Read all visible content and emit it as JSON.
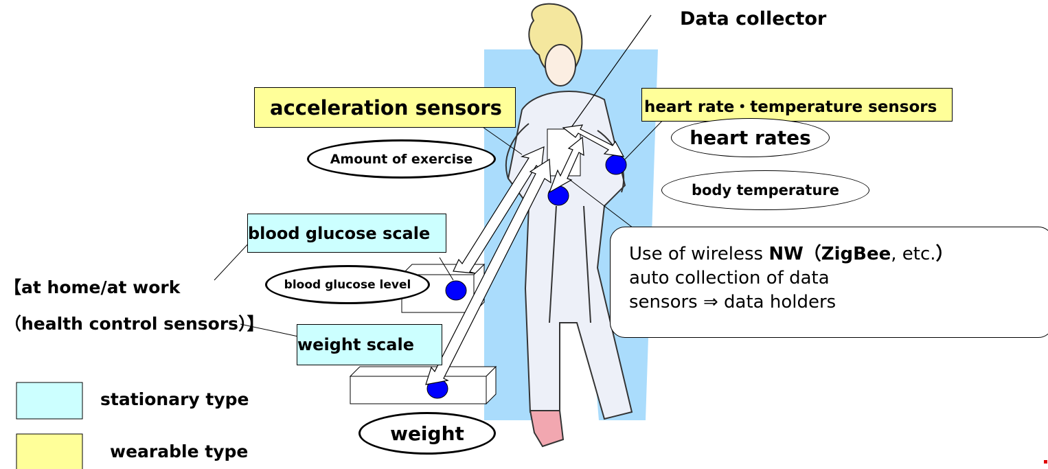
{
  "colors": {
    "wearable": "#ffff99",
    "stationary": "#ccffff",
    "figure_bg": "#aadcfc",
    "node": "#0000ff"
  },
  "data_collector": "Data collector",
  "wearable_boxes": {
    "acceleration": "acceleration sensors",
    "heart_temp": "heart rate・temperature sensors"
  },
  "stationary_boxes": {
    "blood_glucose_scale": "blood glucose scale",
    "weight_scale": "weight scale"
  },
  "measurements": {
    "amount_of_exercise": "Amount of exercise",
    "heart_rates": "heart rates",
    "body_temperature": "body temperature",
    "blood_glucose_level": "blood glucose level",
    "weight": "weight"
  },
  "home_work_label": {
    "line1": "【at home/at work",
    "line2": "（health control sensors）】"
  },
  "callout": {
    "line1_prefix": "Use of wireless ",
    "line1_bold": "NW（ZigBee",
    "line1_suffix": ", etc.",
    "line1_close": "）",
    "line2": "auto collection of data",
    "line3": "sensors ⇒ data holders"
  },
  "legend": {
    "stationary": "stationary type",
    "wearable": "wearable type"
  }
}
